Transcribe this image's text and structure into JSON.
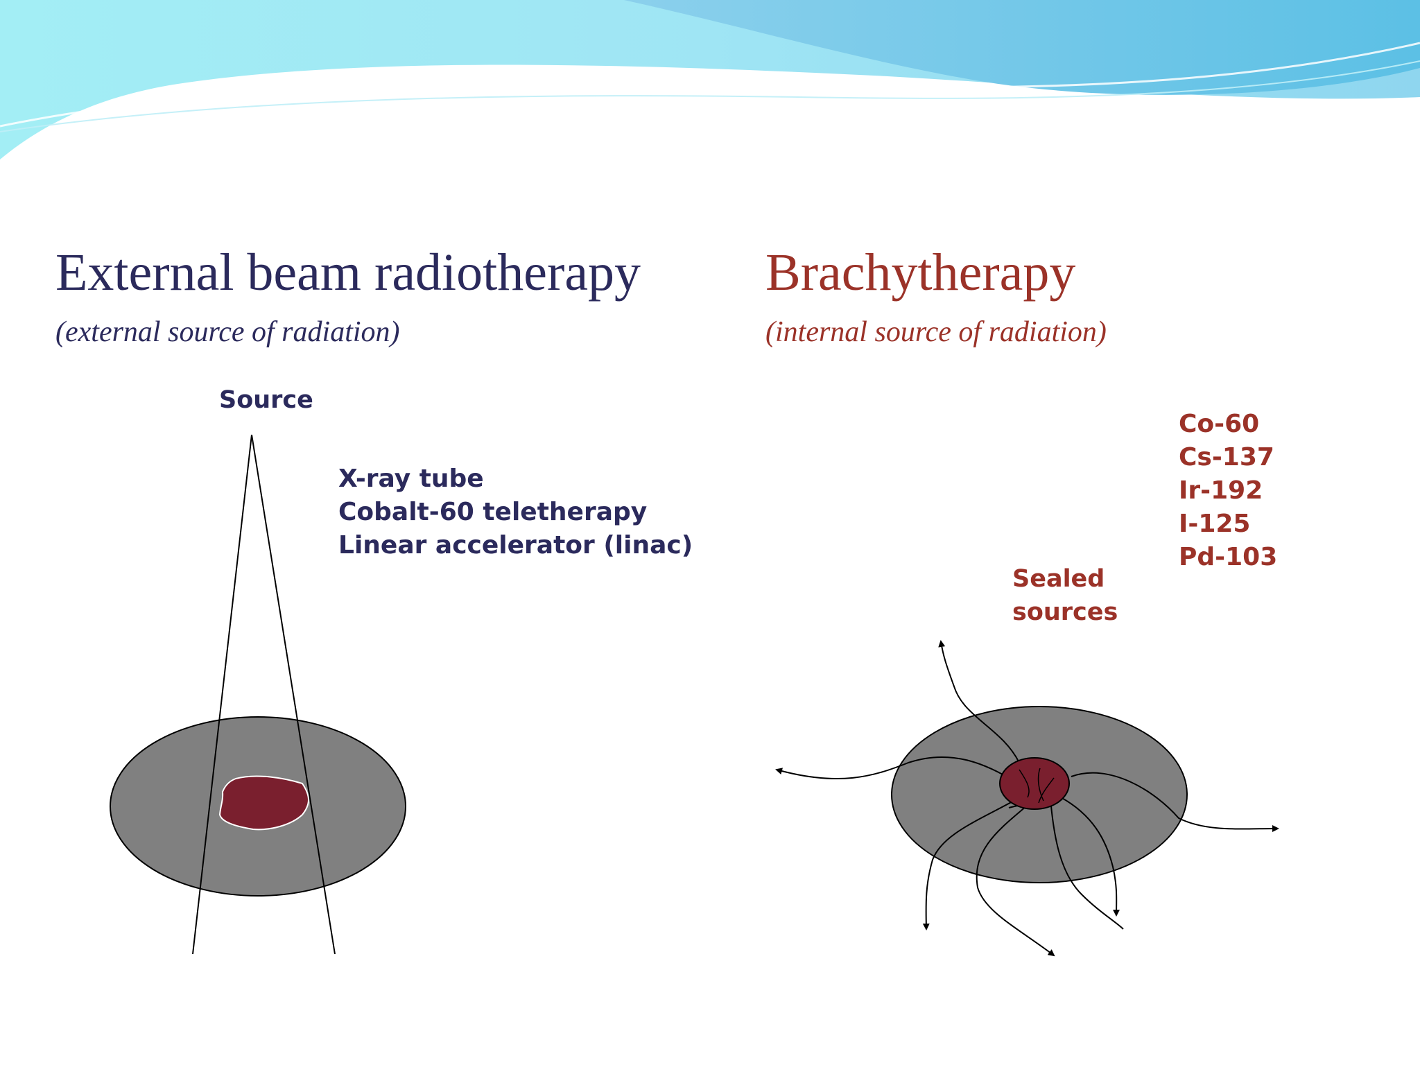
{
  "slide": {
    "colors": {
      "navy_text": "#2b2a5c",
      "maroon_text": "#9b3228",
      "tissue_gray": "#808080",
      "tumor": "#7a1f2e",
      "banner_light": "#9ee9f3",
      "banner_dark": "#6cc6e6"
    }
  },
  "external": {
    "title": "External beam radiotherapy",
    "subtitle": "(external source of radiation)",
    "source_label": "Source",
    "machines": [
      "X-ray tube",
      "Cobalt-60 teletherapy",
      "Linear accelerator (linac)"
    ]
  },
  "brachy": {
    "title": "Brachytherapy",
    "subtitle": "(internal source of radiation)",
    "sealed_label_line1": "Sealed",
    "sealed_label_line2": "sources",
    "isotopes": [
      "Co-60",
      "Cs-137",
      "Ir-192",
      "I-125",
      "Pd-103"
    ]
  }
}
